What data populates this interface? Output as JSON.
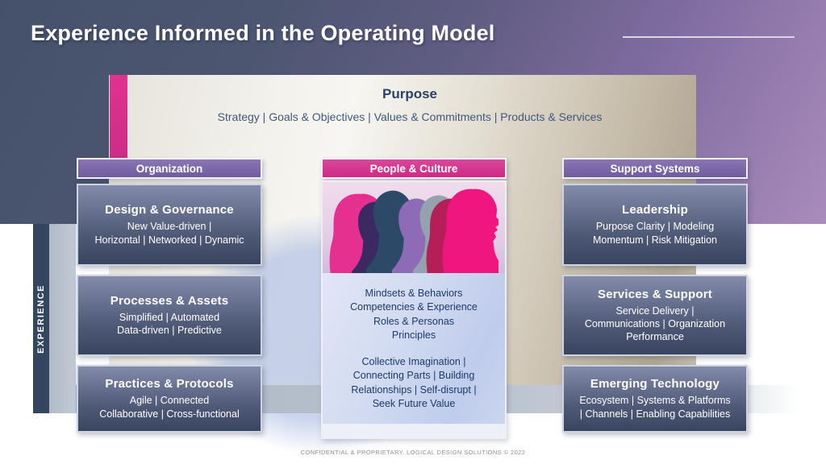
{
  "slide": {
    "title": "Experience Informed in the Operating Model",
    "footer": "CONFIDENTIAL & PROPRIETARY. LOGICAL DESIGN SOLUTIONS © 2022"
  },
  "purpose": {
    "title": "Purpose",
    "items": "Strategy  |  Goals & Objectives  |  Values & Commitments  |  Products & Services"
  },
  "experience": {
    "label": "EXPERIENCE"
  },
  "columns": {
    "organization": {
      "header": "Organization",
      "boxes": [
        {
          "title": "Design & Governance",
          "body": "New Value-driven |\nHorizontal | Networked | Dynamic"
        },
        {
          "title": "Processes & Assets",
          "body": "Simplified | Automated\nData-driven | Predictive"
        },
        {
          "title": "Practices & Protocols",
          "body": "Agile | Connected\nCollaborative | Cross-functional"
        }
      ]
    },
    "people_culture": {
      "header": "People & Culture",
      "illustration": "people-profile-silhouettes",
      "text_groups": [
        "Mindsets & Behaviors\nCompetencies & Experience\nRoles & Personas\nPrinciples",
        "Collective Imagination |\nConnecting Parts | Building\nRelationships | Self-disrupt |\nSeek Future Value"
      ]
    },
    "support_systems": {
      "header": "Support Systems",
      "boxes": [
        {
          "title": "Leadership",
          "body": "Purpose Clarity | Modeling\nMomentum | Risk Mitigation"
        },
        {
          "title": "Services & Support",
          "body": "Service Delivery |\nCommunications | Organization\nPerformance"
        },
        {
          "title": "Emerging Technology",
          "body": "Ecosystem | Systems & Platforms\n| Channels | Enabling Capabilities"
        }
      ]
    }
  },
  "colors": {
    "accent_pink": "#d5338f",
    "header_purple": "#7b68a8",
    "box_navy": "#3b475f",
    "experience_navy": "#34455f",
    "band_gray": "#b6bfca",
    "purpose_text_navy": "#2c4166"
  }
}
